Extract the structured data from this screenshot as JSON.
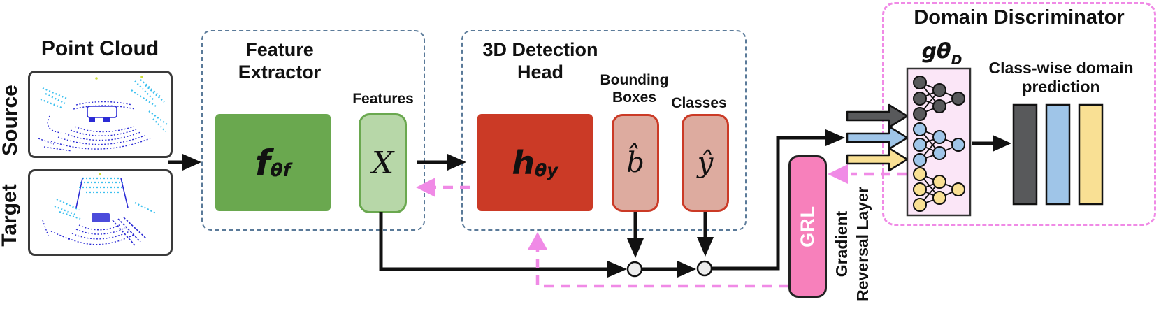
{
  "point_cloud": {
    "title": "Point Cloud",
    "source_label": "Source",
    "target_label": "Target"
  },
  "feature_extractor": {
    "title": "Feature Extractor",
    "block_symbol": "f",
    "block_subscript": "θf",
    "features_label": "Features",
    "features_symbol": "X"
  },
  "detection_head": {
    "title": "3D Detection Head",
    "block_symbol": "h",
    "block_subscript": "θy",
    "boxes_label": "Bounding Boxes",
    "boxes_symbol": "b̂",
    "classes_label": "Classes",
    "classes_symbol": "ŷ"
  },
  "grl": {
    "abbr": "GRL",
    "caption": "Gradient Reversal Layer"
  },
  "discriminator": {
    "title": "Domain Discriminator",
    "network_symbol": "gθ",
    "network_subscript": "D",
    "prediction_label": "Class-wise domain prediction"
  },
  "colors": {
    "extractor_green": "#6aa84f",
    "features_light_green": "#b7d7a8",
    "head_red": "#cb3a26",
    "output_salmon": "#ddab9f",
    "grl_pink": "#f780bb",
    "gradient_dash_pink": "#f08ae6",
    "module_border_slate": "#5a7a99",
    "class1_gray": "#58595b",
    "class2_blue": "#9fc5e8",
    "class3_yellow": "#f9e094",
    "network_panel_pink": "#fbe6f7",
    "pointcloud_blue": "#2b2bd5",
    "pointcloud_cyan": "#3cc0ef"
  }
}
